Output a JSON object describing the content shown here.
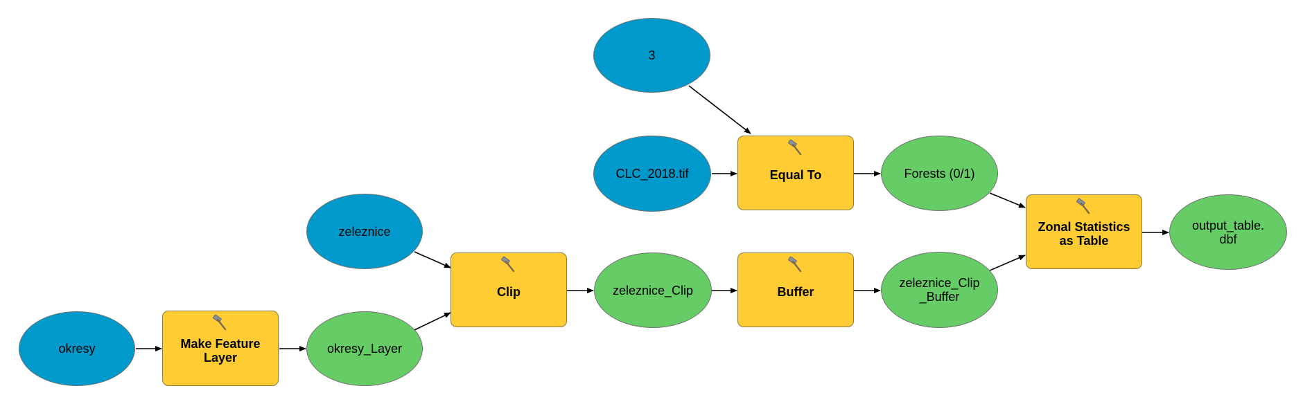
{
  "diagram": {
    "inputs": {
      "okresy": "okresy",
      "zeleznice": "zeleznice",
      "value_3": "3",
      "clc": "CLC_2018.tif"
    },
    "tools": {
      "make_feature_layer": "Make Feature\nLayer",
      "clip": "Clip",
      "buffer": "Buffer",
      "equal_to": "Equal To",
      "zonal_stats": "Zonal Statistics\nas Table"
    },
    "outputs": {
      "okresy_layer": "okresy_Layer",
      "zeleznice_clip": "zeleznice_Clip",
      "zeleznice_clip_buffer": "zeleznice_Clip\n_Buffer",
      "forests": "Forests (0/1)",
      "output_table": "output_table.\ndbf"
    },
    "icons": {
      "tool": "hammer-icon"
    },
    "colors": {
      "input": "#0099cc",
      "output": "#66cc66",
      "tool": "#ffcc33",
      "connector": "#000000"
    }
  }
}
